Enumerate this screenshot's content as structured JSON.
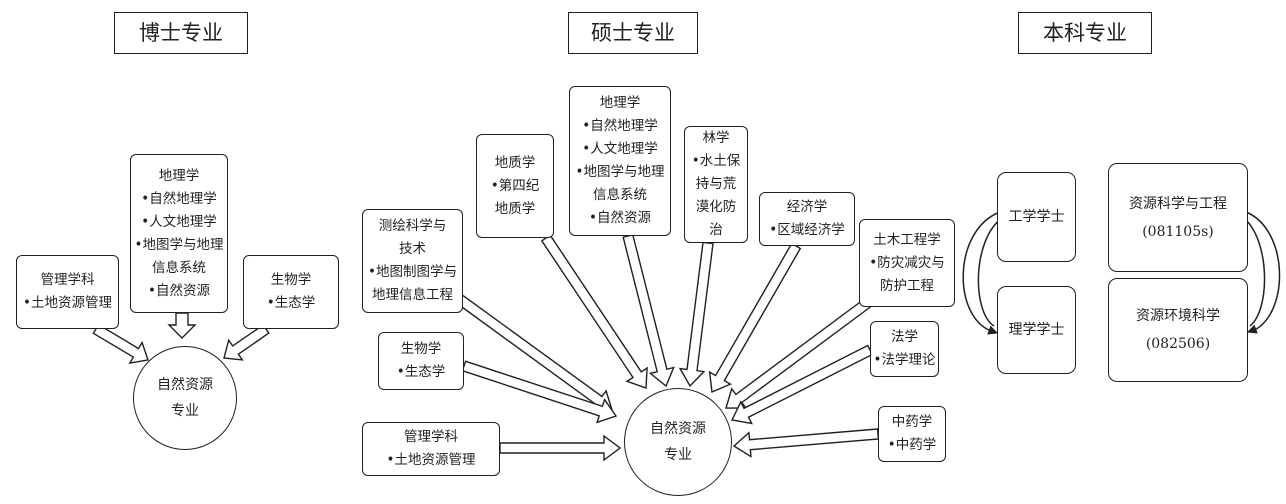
{
  "headers": {
    "doctor": "博士专业",
    "master": "硕士专业",
    "bachelor": "本科专业"
  },
  "doctor": {
    "center": [
      "自然资源",
      "专业"
    ],
    "boxes": [
      {
        "id": "d_mgmt",
        "lines": [
          "管理学科",
          "•土地资源管理"
        ]
      },
      {
        "id": "d_geo",
        "lines": [
          "地理学",
          "•自然地理学",
          "•人文地理学",
          "•地图学与地理",
          "信息系统",
          "•自然资源"
        ]
      },
      {
        "id": "d_bio",
        "lines": [
          "生物学",
          "•生态学"
        ]
      }
    ]
  },
  "master": {
    "center": [
      "自然资源",
      "专业"
    ],
    "boxes": [
      {
        "id": "m_survey",
        "lines": [
          "测绘科学与",
          "技术",
          "•地图制图学与",
          "地理信息工程"
        ]
      },
      {
        "id": "m_geol",
        "lines": [
          "地质学",
          "•第四纪",
          "地质学"
        ]
      },
      {
        "id": "m_geo",
        "lines": [
          "地理学",
          "•自然地理学",
          "•人文地理学",
          "•地图学与地理",
          "信息系统",
          "•自然资源"
        ]
      },
      {
        "id": "m_forest",
        "lines": [
          "林学",
          "•水土保",
          "持与荒",
          "漠化防",
          "治"
        ]
      },
      {
        "id": "m_econ",
        "lines": [
          "经济学",
          "•区域经济学"
        ]
      },
      {
        "id": "m_civil",
        "lines": [
          "土木工程学",
          "•防灾减灾与",
          "防护工程"
        ]
      },
      {
        "id": "m_bio",
        "lines": [
          "生物学",
          "•生态学"
        ]
      },
      {
        "id": "m_law",
        "lines": [
          "法学",
          "•法学理论"
        ]
      },
      {
        "id": "m_mgmt",
        "lines": [
          "管理学科",
          "•土地资源管理"
        ]
      },
      {
        "id": "m_tcm",
        "lines": [
          "中药学",
          "•中药学"
        ]
      }
    ]
  },
  "bachelor": {
    "boxes": [
      {
        "id": "b_eng",
        "lines": [
          "工学学士"
        ]
      },
      {
        "id": "b_sci",
        "lines": [
          "理学学士"
        ]
      },
      {
        "id": "b_res_eng",
        "lines": [
          "资源科学与工程",
          "(081105s)"
        ]
      },
      {
        "id": "b_res_env",
        "lines": [
          "资源环境科学",
          "(082506)"
        ]
      }
    ]
  }
}
